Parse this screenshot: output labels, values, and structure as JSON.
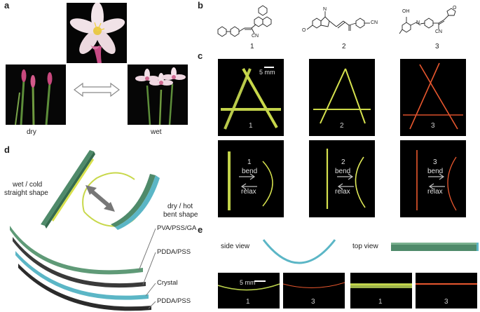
{
  "panels": {
    "a": "a",
    "b": "b",
    "c": "c",
    "d": "d",
    "e": "e"
  },
  "panel_a": {
    "dry_label": "dry",
    "wet_label": "wet"
  },
  "panel_b": {
    "molecules": [
      {
        "number": "1",
        "cn": "CN"
      },
      {
        "number": "2",
        "cn": "CN"
      },
      {
        "number": "3",
        "cn": "CN"
      }
    ],
    "atom_labels": {
      "N": "N",
      "O": "O",
      "OH": "OH"
    }
  },
  "panel_c": {
    "scale_bar": "5 mm",
    "top_labels": [
      "1",
      "2",
      "3"
    ],
    "bottom_labels": [
      "1",
      "2",
      "3"
    ],
    "bend_label": "bend",
    "relax_label": "relax",
    "crystal_colors": [
      "#c8d84a",
      "#d6e24e",
      "#e8572e"
    ]
  },
  "panel_d": {
    "wet_label_line1": "wet / cold",
    "wet_label_line2": "straight shape",
    "dry_label_line1": "dry / hot",
    "dry_label_line2": "bent shape",
    "layers": [
      "PVA/PSS/GA",
      "PDDA/PSS",
      "Crystal",
      "PDDA/PSS"
    ],
    "film_color": "#4f8a6a",
    "crystal_color": "#5bb6c6"
  },
  "panel_e": {
    "side_view": "side view",
    "top_view": "top view",
    "scale_bar": "5 mm",
    "image_labels": [
      "1",
      "3",
      "1",
      "3"
    ]
  }
}
